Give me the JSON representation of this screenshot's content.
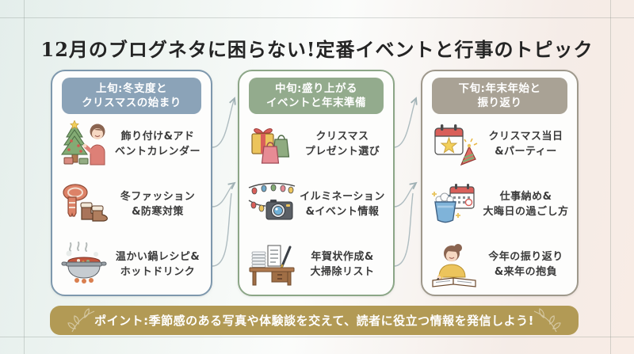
{
  "title": "12月のブログネタに困らない!定番イベントと行事のトピック",
  "columns": [
    {
      "header": "上旬:冬支度と\nクリスマスの始まり",
      "accent_color": "#8ba3b8",
      "items": [
        {
          "icon": "christmas-tree-decorating-icon",
          "label": "飾り付け&アド\nベントカレンダー"
        },
        {
          "icon": "scarf-and-boots-icon",
          "label": "冬ファッション\n&防寒対策"
        },
        {
          "icon": "hot-pot-icon",
          "label": "温かい鍋レシピ&\nホットドリンク"
        }
      ]
    },
    {
      "header": "中旬:盛り上がる\nイベントと年末準備",
      "accent_color": "#93ab8d",
      "items": [
        {
          "icon": "gift-and-shopping-bags-icon",
          "label": "クリスマス\nプレゼント選び"
        },
        {
          "icon": "string-lights-and-camera-icon",
          "label": "イルミネーション\n&イベント情報"
        },
        {
          "icon": "desk-with-letters-icon",
          "label": "年賀状作成&\n大掃除リスト"
        }
      ]
    },
    {
      "header": "下旬:年末年始と\n振り返り",
      "accent_color": "#a9a295",
      "items": [
        {
          "icon": "calendar-and-party-hat-icon",
          "label": "クリスマス当日\n&パーティー"
        },
        {
          "icon": "bucket-and-calendar-icon",
          "label": "仕事納め&\n大晦日の過ごし方"
        },
        {
          "icon": "person-writing-icon",
          "label": "今年の振り返り\n&来年の抱負"
        }
      ]
    }
  ],
  "footer": {
    "point_label": "ポイント:季節感のある写真や体験談を交えて、読者に役立つ情報を発信しよう!",
    "background_color": "#b29a55"
  },
  "colors": {
    "background_left": "#e4eeeb",
    "background_right": "#f8ece5",
    "panel_border_early": "#7e98ad",
    "panel_border_mid": "#8ca687",
    "panel_border_late": "#9e988b",
    "connector": "#a9b8bc",
    "title_text": "#242424"
  }
}
